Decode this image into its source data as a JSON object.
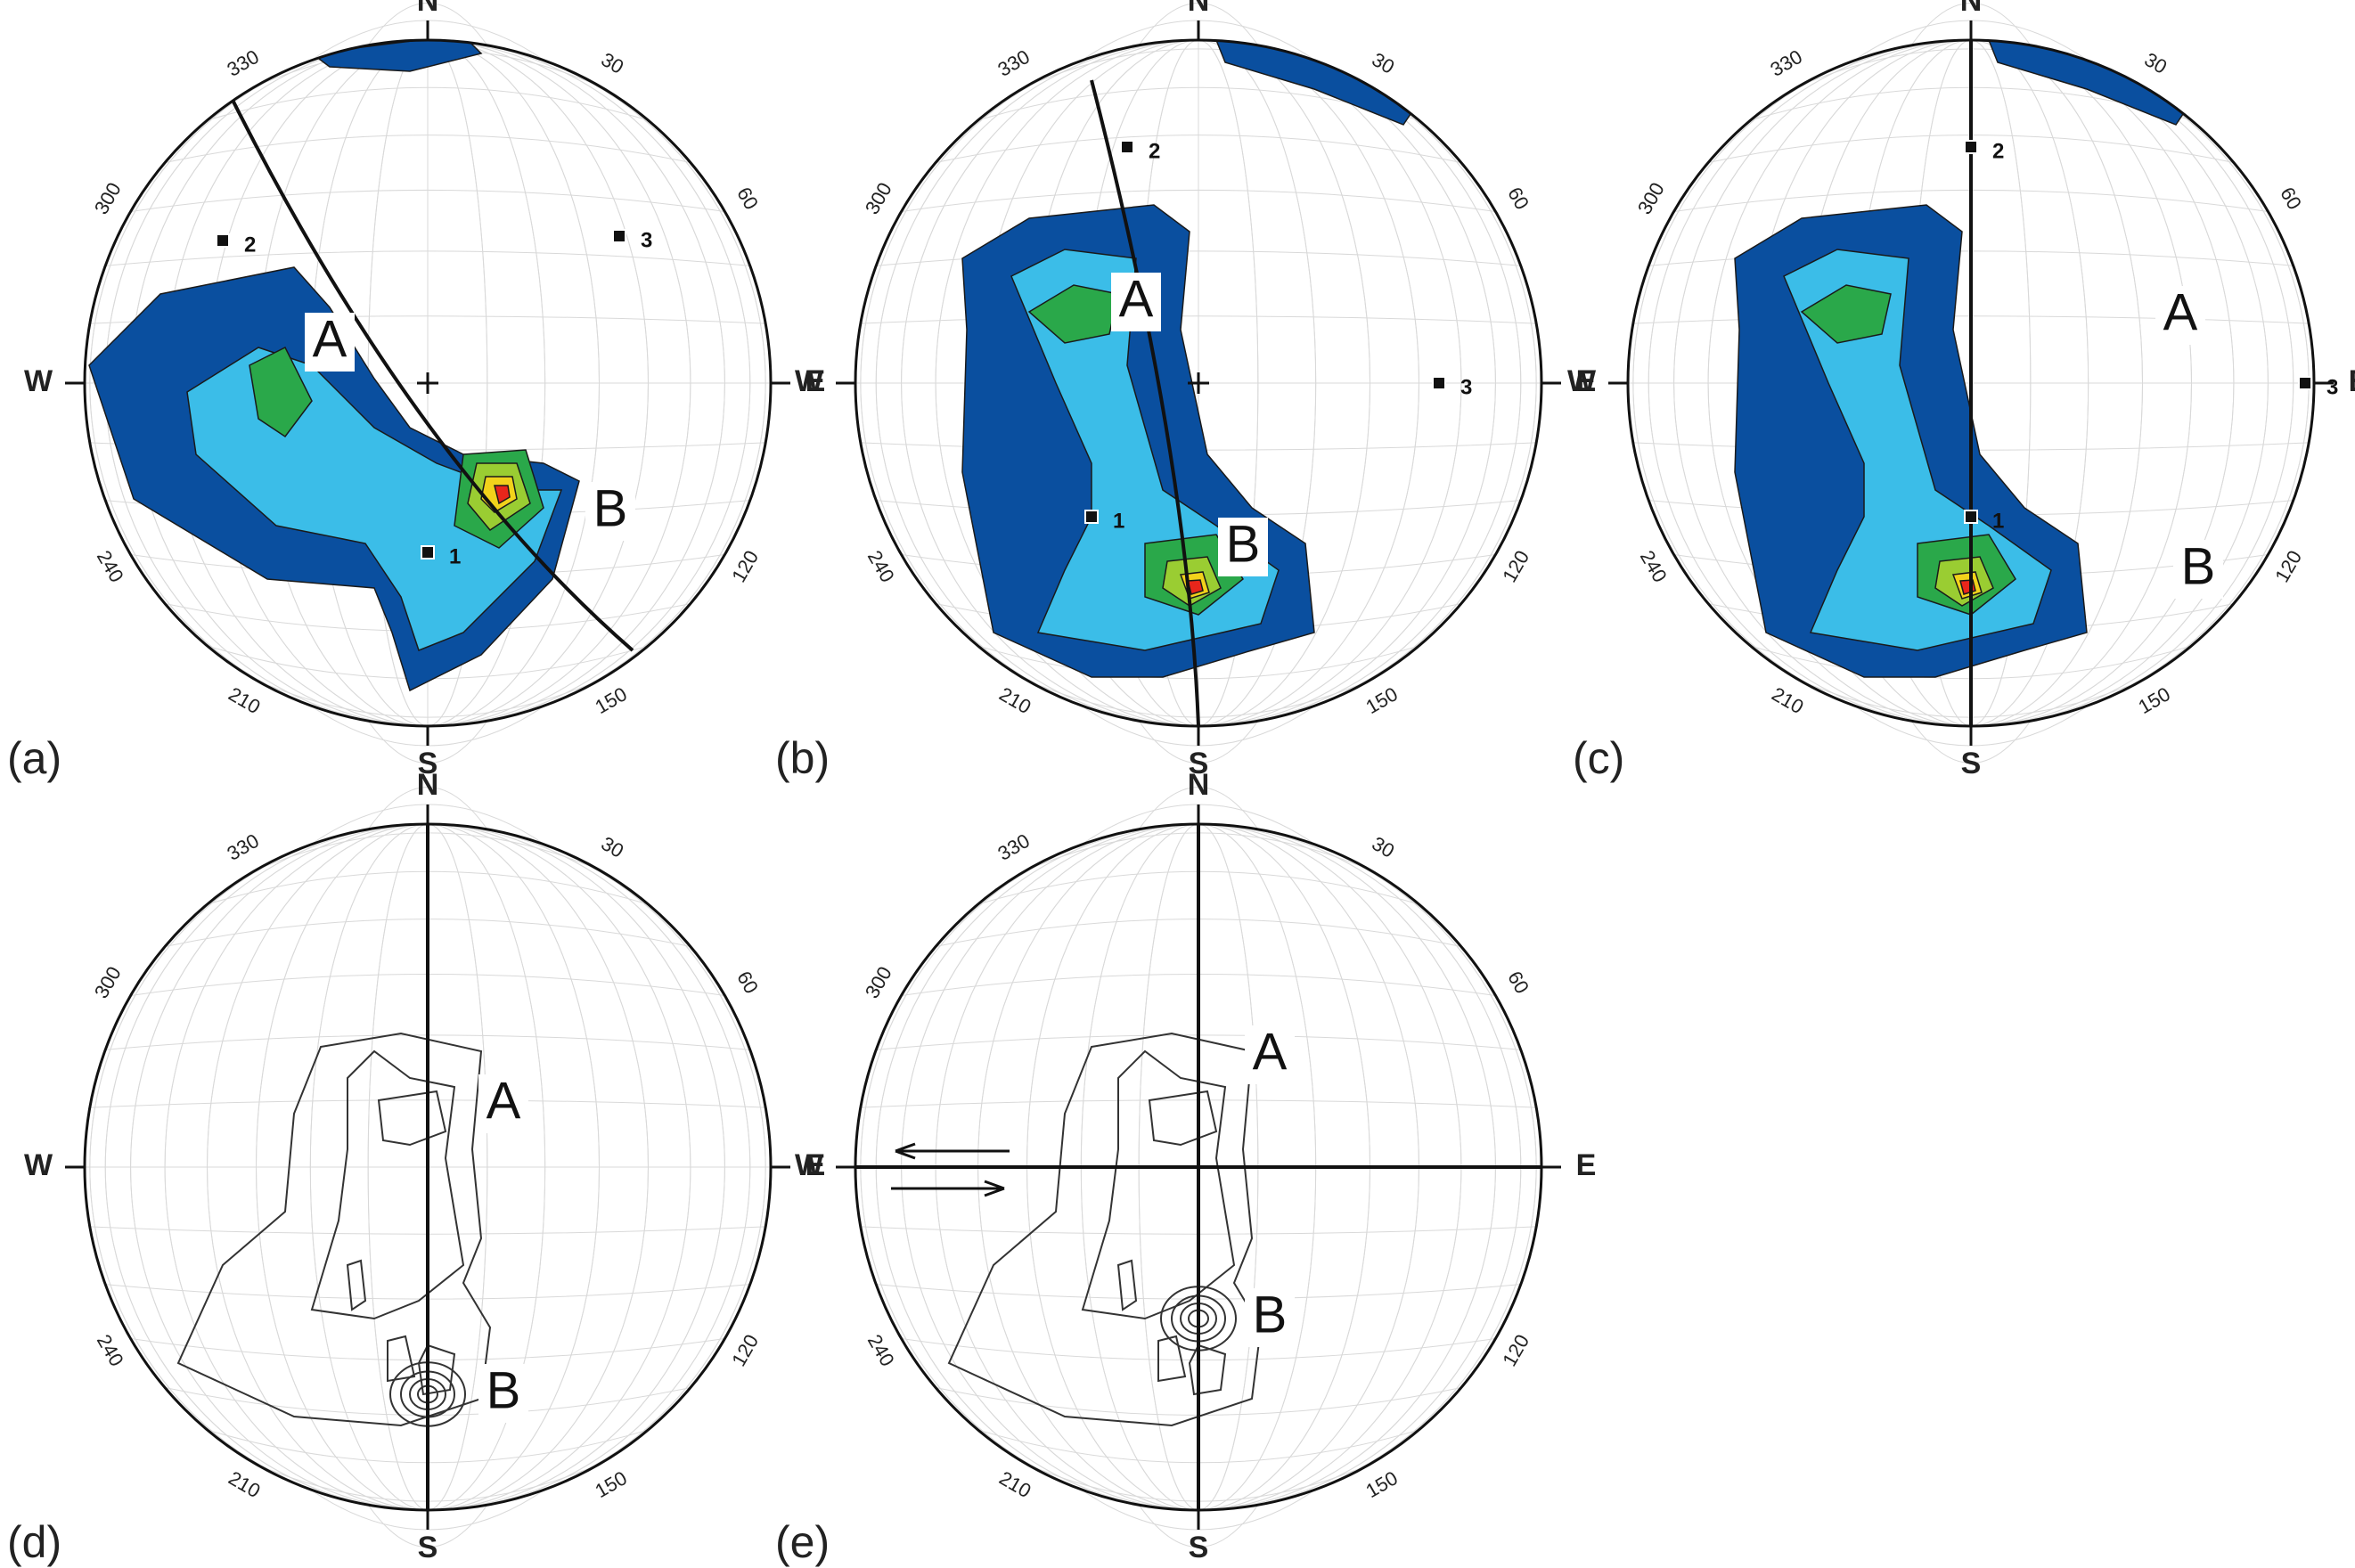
{
  "figure": {
    "panels": [
      {
        "id": "a",
        "label": "(a)",
        "style": "filled",
        "cardinals": {
          "n": "N",
          "s": "S",
          "e": "E",
          "w": "W"
        },
        "azimuths": [
          "30",
          "60",
          "120",
          "150",
          "210",
          "240",
          "300",
          "330"
        ],
        "clusters": [
          {
            "name": "A"
          },
          {
            "name": "B"
          }
        ],
        "plane": "curved",
        "points": [
          {
            "label": "1"
          },
          {
            "label": "2"
          },
          {
            "label": "3"
          }
        ],
        "center_cross": true
      },
      {
        "id": "b",
        "label": "(b)",
        "style": "filled",
        "cardinals": {
          "n": "N",
          "s": "S",
          "e": "E",
          "w": "W"
        },
        "azimuths": [
          "30",
          "60",
          "120",
          "150",
          "210",
          "240",
          "300",
          "330"
        ],
        "clusters": [
          {
            "name": "A"
          },
          {
            "name": "B"
          }
        ],
        "plane": "curved",
        "points": [
          {
            "label": "1"
          },
          {
            "label": "2"
          },
          {
            "label": "3"
          }
        ],
        "center_cross": true
      },
      {
        "id": "c",
        "label": "(c)",
        "style": "filled",
        "cardinals": {
          "n": "N",
          "s": "S",
          "e": "E",
          "w": "W"
        },
        "azimuths": [
          "30",
          "60",
          "120",
          "150",
          "210",
          "240",
          "300",
          "330"
        ],
        "clusters": [
          {
            "name": "A"
          },
          {
            "name": "B"
          }
        ],
        "plane": "vertical N-S",
        "points": [
          {
            "label": "1"
          },
          {
            "label": "2"
          },
          {
            "label": "3"
          }
        ],
        "center_cross": false
      },
      {
        "id": "d",
        "label": "(d)",
        "style": "contour-lines",
        "cardinals": {
          "n": "N",
          "s": "S",
          "e": "E",
          "w": "W"
        },
        "azimuths": [
          "30",
          "60",
          "120",
          "150",
          "210",
          "240",
          "300",
          "330"
        ],
        "clusters": [
          {
            "name": "A"
          },
          {
            "name": "B"
          }
        ],
        "plane": "vertical N-S",
        "points": [],
        "center_cross": false
      },
      {
        "id": "e",
        "label": "(e)",
        "style": "contour-lines",
        "cardinals": {
          "n": "N",
          "s": "S",
          "e": "E",
          "w": "W"
        },
        "azimuths": [
          "30",
          "60",
          "120",
          "150",
          "210",
          "240",
          "300",
          "330"
        ],
        "clusters": [
          {
            "name": "A"
          },
          {
            "name": "B"
          }
        ],
        "plane": "vertical N-S and E-W",
        "points": [],
        "center_cross": false,
        "shear_arrows": true
      }
    ],
    "contour_colors": [
      "#0a4f9f",
      "#3bbde8",
      "#2aa84a",
      "#9acd32",
      "#f2d21b",
      "#f28a1b",
      "#e8261b"
    ],
    "net_grid_color": "#d9d9d9",
    "outline_color": "#111111"
  }
}
